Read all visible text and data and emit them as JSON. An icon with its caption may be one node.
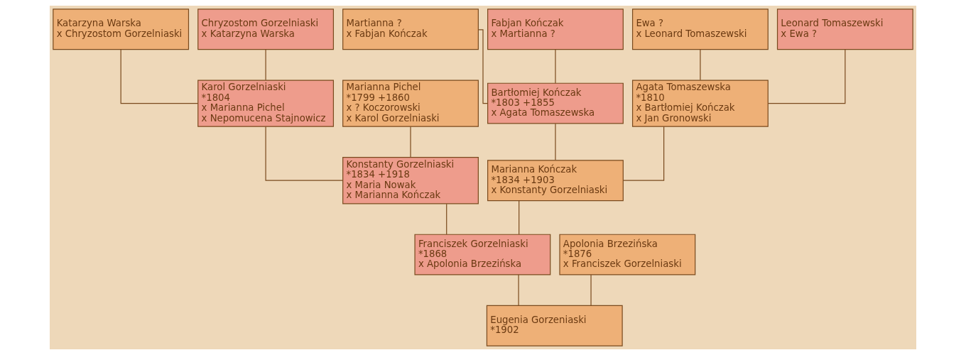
{
  "diagram": {
    "nodes": [
      {
        "text": [
          "Katarzyna Warska",
          "x Chryzostom Gorzelniaski"
        ]
      },
      {
        "text": [
          "Chryzostom Gorzelniaski",
          "x Katarzyna Warska"
        ]
      },
      {
        "text": [
          "Martianna ?",
          "x Fabjan Kończak"
        ]
      },
      {
        "text": [
          "Fabjan Kończak",
          "x Martianna ?"
        ]
      },
      {
        "text": [
          "Ewa ?",
          "x Leonard Tomaszewski"
        ]
      },
      {
        "text": [
          "Leonard Tomaszewski",
          "x Ewa ?"
        ]
      },
      {
        "text": [
          "Marianna Pichel",
          "*1799 +1860",
          "x ? Koczorowski",
          "x Karol Gorzelniaski"
        ]
      },
      {
        "text": [
          "Karol Gorzelniaski",
          "*1804",
          "x Marianna Pichel",
          "x Nepomucena Stajnowicz"
        ]
      },
      {
        "text": [
          "Bartłomiej Kończak",
          "*1803 +1855",
          "x Agata Tomaszewska"
        ]
      },
      {
        "text": [
          "Agata Tomaszewska",
          "*1810",
          "x Bartłomiej Kończak",
          "x Jan Gronowski"
        ]
      },
      {
        "text": [
          "Konstanty Gorzelniaski",
          "*1834 +1918",
          "x Maria Nowak",
          "x Marianna Kończak"
        ]
      },
      {
        "text": [
          "Marianna Kończak",
          "*1834 +1903",
          "x Konstanty Gorzelniaski"
        ]
      },
      {
        "text": [
          "Franciszek Gorzelniaski",
          "*1868",
          "x Apolonia Brzezińska"
        ]
      },
      {
        "text": [
          "Apolonia Brzezińska",
          "*1876",
          "x Franciszek Gorzelniaski"
        ]
      },
      {
        "text": [
          "Eugenia Gorzeniaski",
          "*1902"
        ]
      }
    ],
    "edges": [
      {
        "from": 0,
        "to": 7,
        "arrow": "none"
      },
      {
        "from": 1,
        "to": 7,
        "arrow": "none"
      },
      {
        "from": 2,
        "to": 8,
        "arrow": "none"
      },
      {
        "from": 3,
        "to": 8,
        "arrow": "none"
      },
      {
        "from": 4,
        "to": 9,
        "arrow": "none"
      },
      {
        "from": 5,
        "to": 9,
        "arrow": "none"
      },
      {
        "from": 6,
        "to": 10,
        "arrow": "none"
      },
      {
        "from": 7,
        "to": 10,
        "arrow": "none"
      },
      {
        "from": 8,
        "to": 11,
        "arrow": "none"
      },
      {
        "from": 9,
        "to": 11,
        "arrow": "none"
      },
      {
        "from": 10,
        "to": 12,
        "arrow": "none"
      },
      {
        "from": 11,
        "to": 12,
        "arrow": "none"
      },
      {
        "from": 12,
        "to": 14,
        "arrow": "none"
      },
      {
        "from": 13,
        "to": 14,
        "arrow": "none"
      }
    ]
  }
}
